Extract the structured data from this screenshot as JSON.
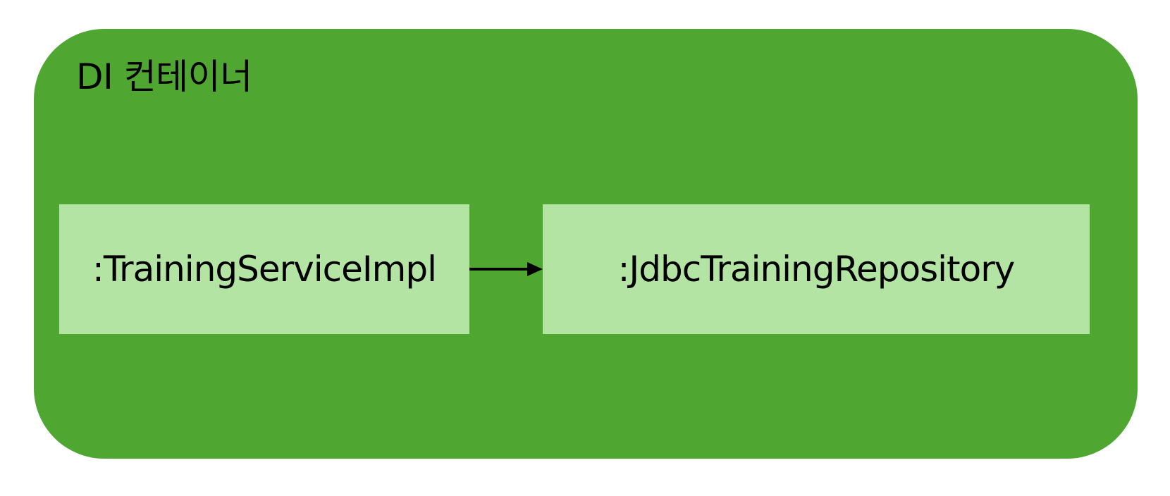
{
  "diagram": {
    "container": {
      "title": "DI 컨테이너",
      "color": "#4fa731"
    },
    "nodes": [
      {
        "id": "service",
        "label": ":TrainingServiceImpl",
        "color": "#b4e4a4"
      },
      {
        "id": "repository",
        "label": ":JdbcTrainingRepository",
        "color": "#b4e4a4"
      }
    ],
    "edges": [
      {
        "from": "service",
        "to": "repository"
      }
    ]
  }
}
